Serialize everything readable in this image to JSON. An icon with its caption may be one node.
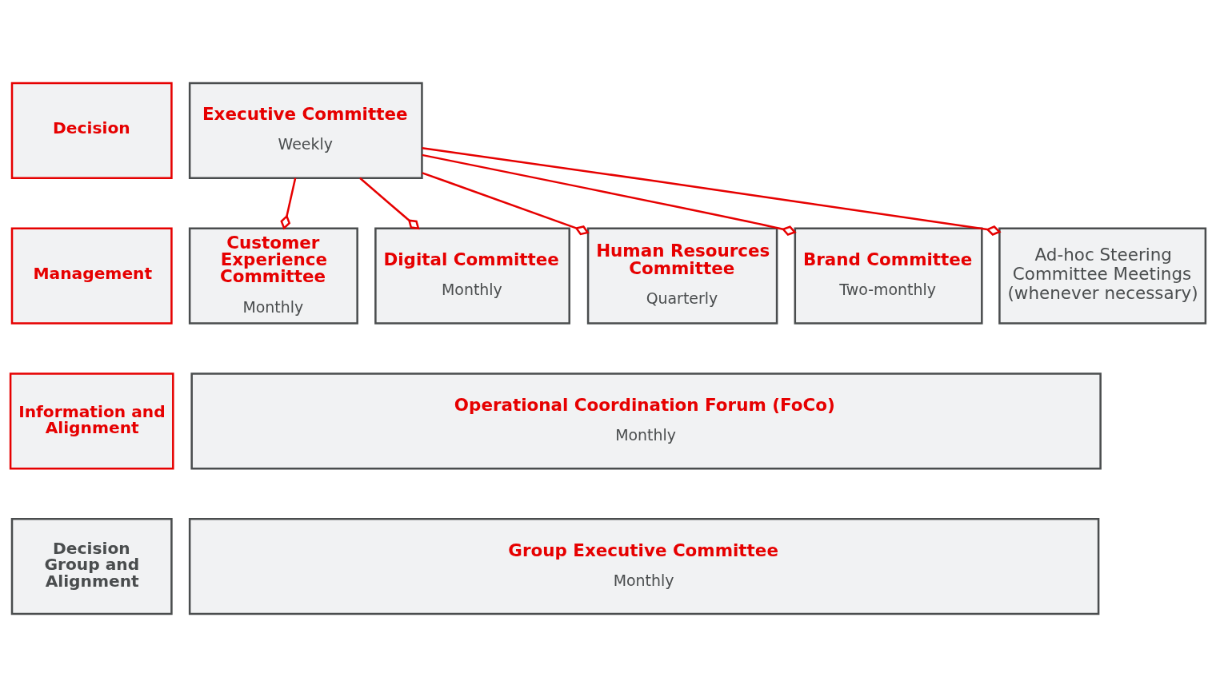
{
  "diagram": {
    "nodes": [
      {
        "text": [
          "Decision"
        ]
      },
      {
        "text": [
          "Executive Committee",
          "Weekly"
        ]
      },
      {
        "text": [
          "Management"
        ]
      },
      {
        "text": [
          "Customer Experience Committee",
          "Monthly"
        ]
      },
      {
        "text": [
          "Digital Committee",
          "Monthly"
        ]
      },
      {
        "text": [
          "Human Resources Committee",
          "Quarterly"
        ]
      },
      {
        "text": [
          "Brand Committee",
          "Two-monthly"
        ]
      },
      {
        "text": [
          "Ad-hoc Steering Committee Meetings (whenever necessary)"
        ]
      },
      {
        "text": [
          "Information and Alignment"
        ]
      },
      {
        "text": [
          "Operational Coordination Forum (FoCo)",
          "Monthly"
        ]
      },
      {
        "text": [
          "Decision Group and Alignment"
        ]
      },
      {
        "text": [
          "Group Executive Committee",
          "Monthly"
        ]
      }
    ],
    "edges": [
      {
        "from": 1,
        "to": 3,
        "arrow": "other",
        "color": "#e60000"
      },
      {
        "from": 1,
        "to": 4,
        "arrow": "other",
        "color": "#e60000"
      },
      {
        "from": 1,
        "to": 5,
        "arrow": "other",
        "color": "#e60000"
      },
      {
        "from": 1,
        "to": 6,
        "arrow": "other",
        "color": "#e60000"
      },
      {
        "from": 1,
        "to": 7,
        "arrow": "other",
        "color": "#e60000"
      }
    ]
  }
}
